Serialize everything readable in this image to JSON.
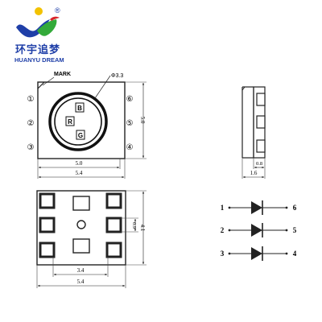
{
  "logo": {
    "name_cn": "环宇追梦",
    "name_en": "HUANYU DREAM",
    "registered": "®",
    "colors": {
      "blue": "#1f3fa8",
      "green": "#33aa3a",
      "yellow": "#f2c200",
      "red": "#d8262b"
    }
  },
  "top_view": {
    "mark_label": "MARK",
    "diameter_label": "Φ3.3",
    "pins_left": [
      "①",
      "②",
      "③"
    ],
    "pins_right": [
      "⑥",
      "⑤",
      "④"
    ],
    "chip_letters": [
      "B",
      "R",
      "G"
    ],
    "dim_inner_width": "5.0",
    "dim_outer_width": "5.4",
    "dim_height": "5.0"
  },
  "side_view": {
    "dim_08": "0.8",
    "dim_16": "1.6"
  },
  "bottom_view": {
    "dim_pad_pitch": "3.4",
    "dim_width": "5.4",
    "dim_09": "0.9",
    "dim_41": "4.1"
  },
  "circuit": {
    "left_pins": [
      "1",
      "2",
      "3"
    ],
    "right_pins": [
      "6",
      "5",
      "4"
    ]
  },
  "colors": {
    "line": "#333333",
    "outline": "#111111"
  }
}
